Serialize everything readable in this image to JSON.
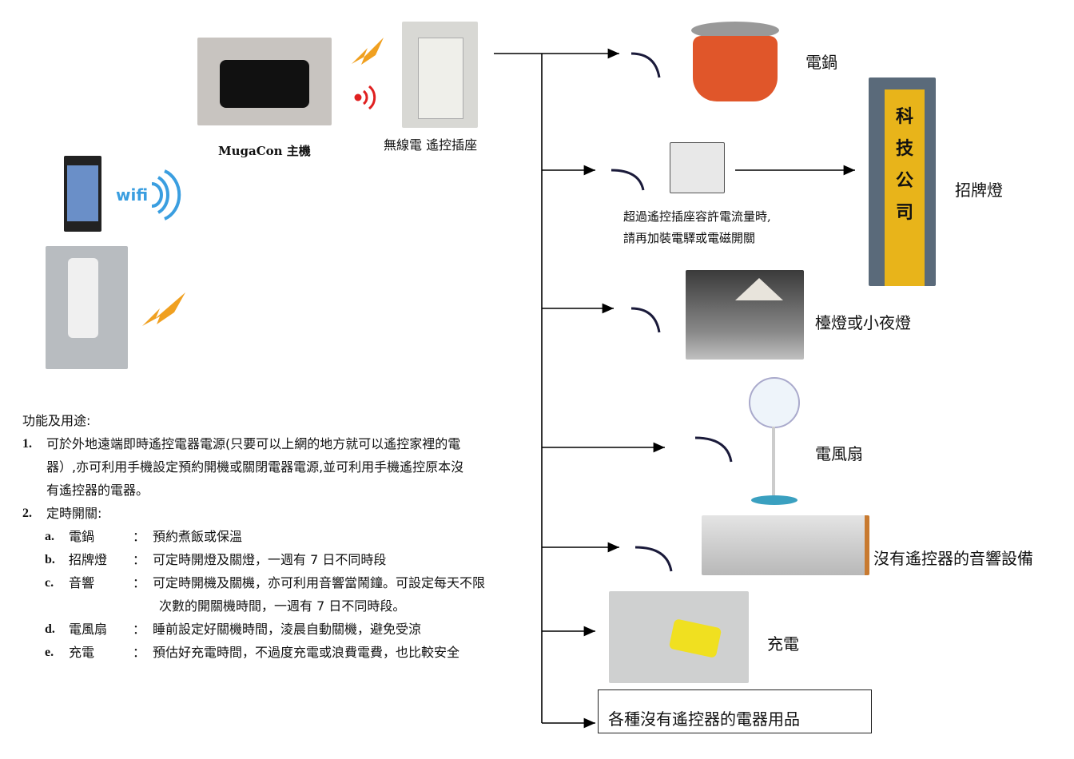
{
  "devices": {
    "host": "MugaCon 主機",
    "socket": "無線電  遙控插座",
    "wifi": "wifi"
  },
  "appliances": {
    "rice_cooker": "電鍋",
    "sign_light": "招牌燈",
    "sign_text": [
      "科",
      "技",
      "公",
      "司"
    ],
    "lamp": "檯燈或小夜燈",
    "fan": "電風扇",
    "audio": "沒有遙控器的音響設備",
    "charging": "充電",
    "others": "各種沒有遙控器的電器用品"
  },
  "contactor_note": [
    "超過遙控插座容許電流量時,",
    "請再加裝電驛或電磁開關"
  ],
  "description": {
    "title": "功能及用途:",
    "items": [
      {
        "num": "1.",
        "lines": [
          "可於外地遠端即時遙控電器電源(只要可以上網的地方就可以遙控家裡的電",
          "器）,亦可利用手機設定預約開機或關閉電器電源,並可利用手機遙控原本沒",
          "有遙控器的電器。"
        ]
      },
      {
        "num": "2.",
        "lines": [
          "定時開關:"
        ]
      }
    ],
    "sub": [
      {
        "l": "a.",
        "k": "電鍋",
        "v": [
          "預約煮飯或保溫"
        ]
      },
      {
        "l": "b.",
        "k": "招牌燈",
        "v": [
          "可定時開燈及關燈，一週有 7 日不同時段"
        ]
      },
      {
        "l": "c.",
        "k": "音響",
        "v": [
          "可定時開機及關機，亦可利用音響當鬧鐘。可設定每天不限",
          "次數的開關機時間，一週有 7 日不同時段。"
        ]
      },
      {
        "l": "d.",
        "k": "電風扇",
        "v": [
          "睡前設定好關機時間，淩晨自動關機，避免受涼"
        ]
      },
      {
        "l": "e.",
        "k": "充電",
        "v": [
          "預估好充電時間，不過度充電或浪費電費，也比較安全"
        ]
      }
    ],
    "colon": "："
  },
  "colors": {
    "signal": "#f0a020",
    "wifi": "#3a9ee0",
    "cooker": "#e0562a",
    "sign": "#e8b41a"
  }
}
